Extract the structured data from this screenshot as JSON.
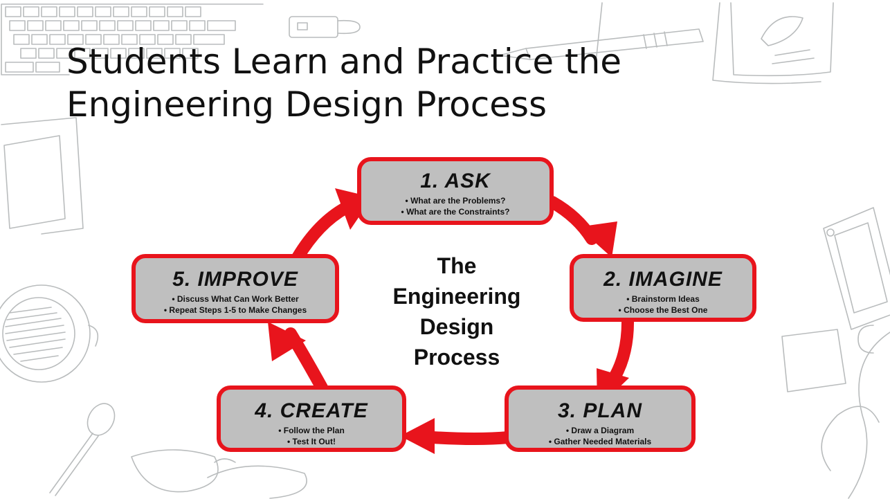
{
  "slide": {
    "title_lines": [
      "Students Learn and Practice the",
      "Engineering Design Process"
    ]
  },
  "diagram": {
    "center_title_lines": [
      "The",
      "Engineering",
      "Design",
      "Process"
    ],
    "steps": [
      {
        "id": "ask",
        "title": "1.  ASK",
        "bullets": [
          "What are the Problems?",
          "What are the Constraints?"
        ]
      },
      {
        "id": "imagine",
        "title": "2. IMAGINE",
        "bullets": [
          "Brainstorm Ideas",
          "Choose the Best One"
        ]
      },
      {
        "id": "plan",
        "title": "3. PLAN",
        "bullets": [
          "Draw a Diagram",
          "Gather Needed Materials"
        ]
      },
      {
        "id": "create",
        "title": "4. CREATE",
        "bullets": [
          "Follow the Plan",
          "Test It Out!"
        ]
      },
      {
        "id": "improve",
        "title": "5. IMPROVE",
        "bullets": [
          "Discuss What Can Work Better",
          "Repeat Steps 1-5 to Make Changes"
        ]
      }
    ],
    "colors": {
      "arrow": "#e8141c",
      "box_fill": "#bfbfbf",
      "box_border": "#e8141c",
      "sketch": "#b9bcbd"
    }
  }
}
